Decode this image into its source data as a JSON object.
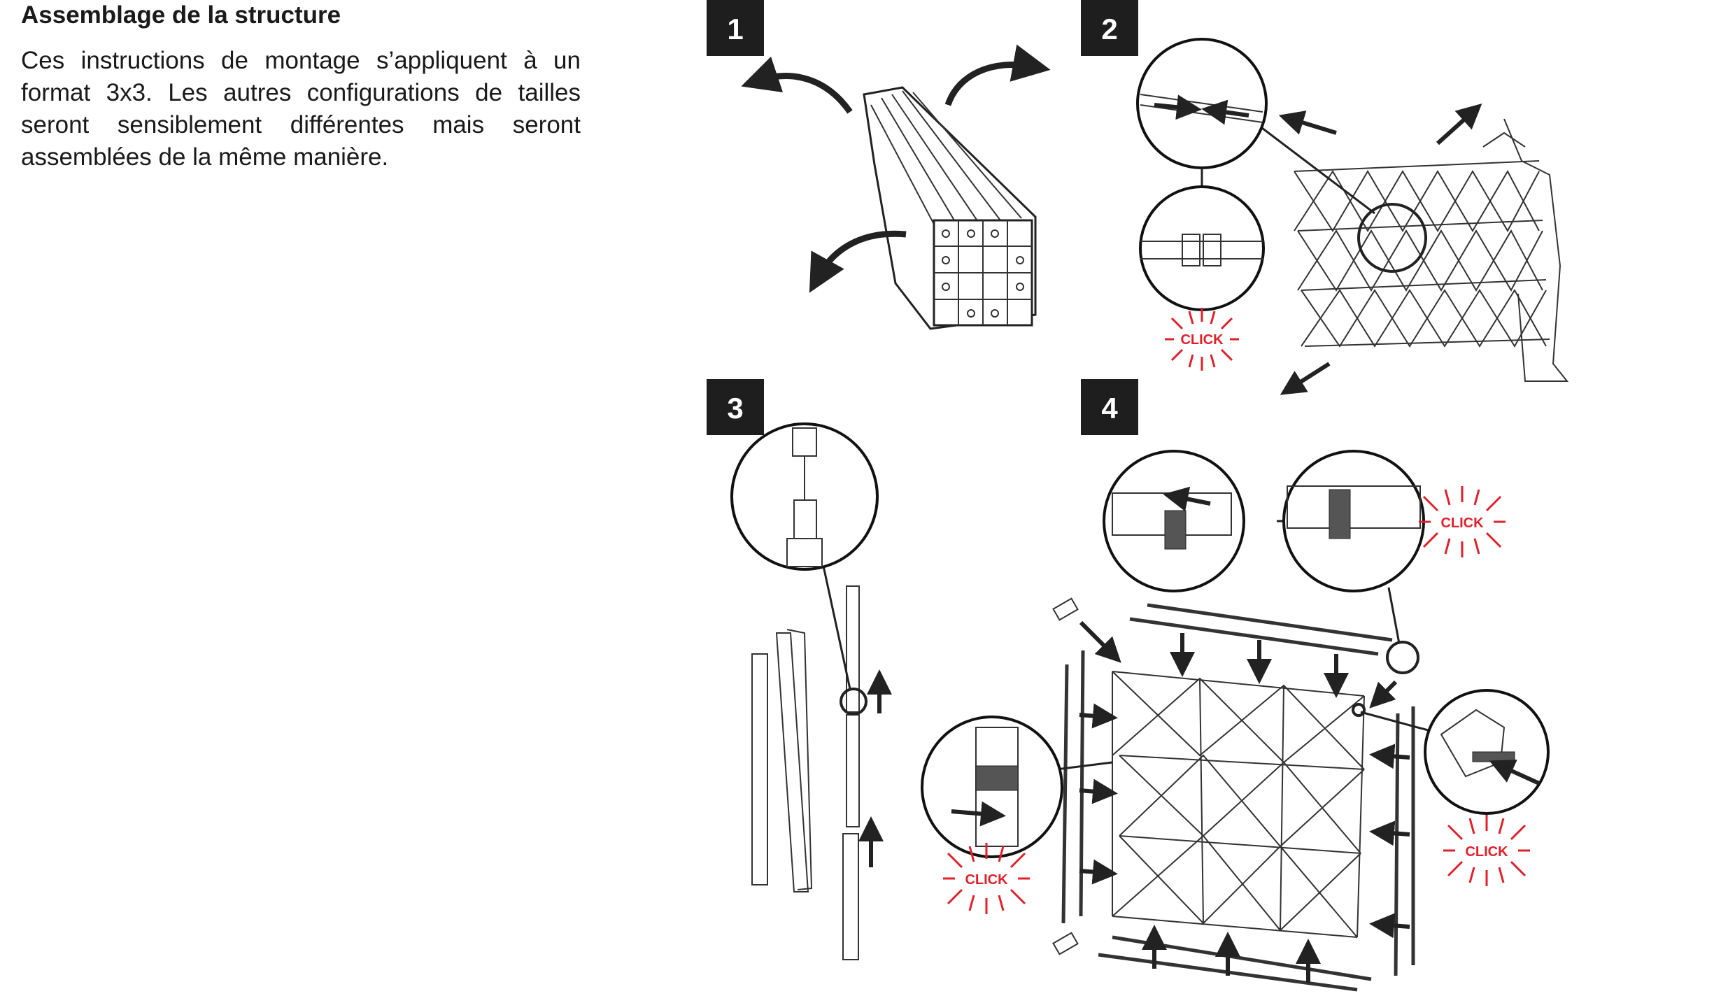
{
  "document": {
    "title": "Assemblage de la structure",
    "paragraph": "Ces instructions de montage s’appliquent à un format 3x3. Les autres configurations de tailles seront sensiblement différentes mais seront assemblées de la même manière."
  },
  "steps": [
    {
      "number": "1"
    },
    {
      "number": "2"
    },
    {
      "number": "3"
    },
    {
      "number": "4"
    }
  ],
  "click_label": "CLICK",
  "colors": {
    "badge": "#1e1e1e",
    "click": "#e0202a",
    "line": "#222222"
  }
}
